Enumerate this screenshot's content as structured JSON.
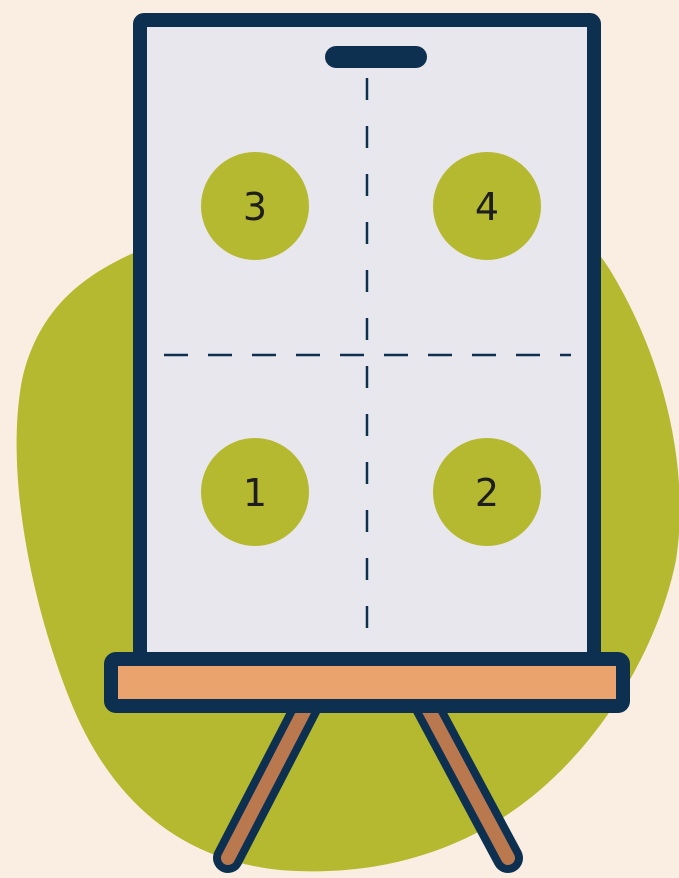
{
  "colors": {
    "background": "#FAEEE2",
    "blob": "#B5B930",
    "board": "#E9E7EE",
    "outline": "#0D3050",
    "shelf": "#EAA36C",
    "legs": "#B9784E",
    "circle": "#B5B930",
    "number_text": "#1E1E1E"
  },
  "quadrants": [
    {
      "label": "3",
      "position": "top-left"
    },
    {
      "label": "4",
      "position": "top-right"
    },
    {
      "label": "1",
      "position": "bottom-left"
    },
    {
      "label": "2",
      "position": "bottom-right"
    }
  ]
}
